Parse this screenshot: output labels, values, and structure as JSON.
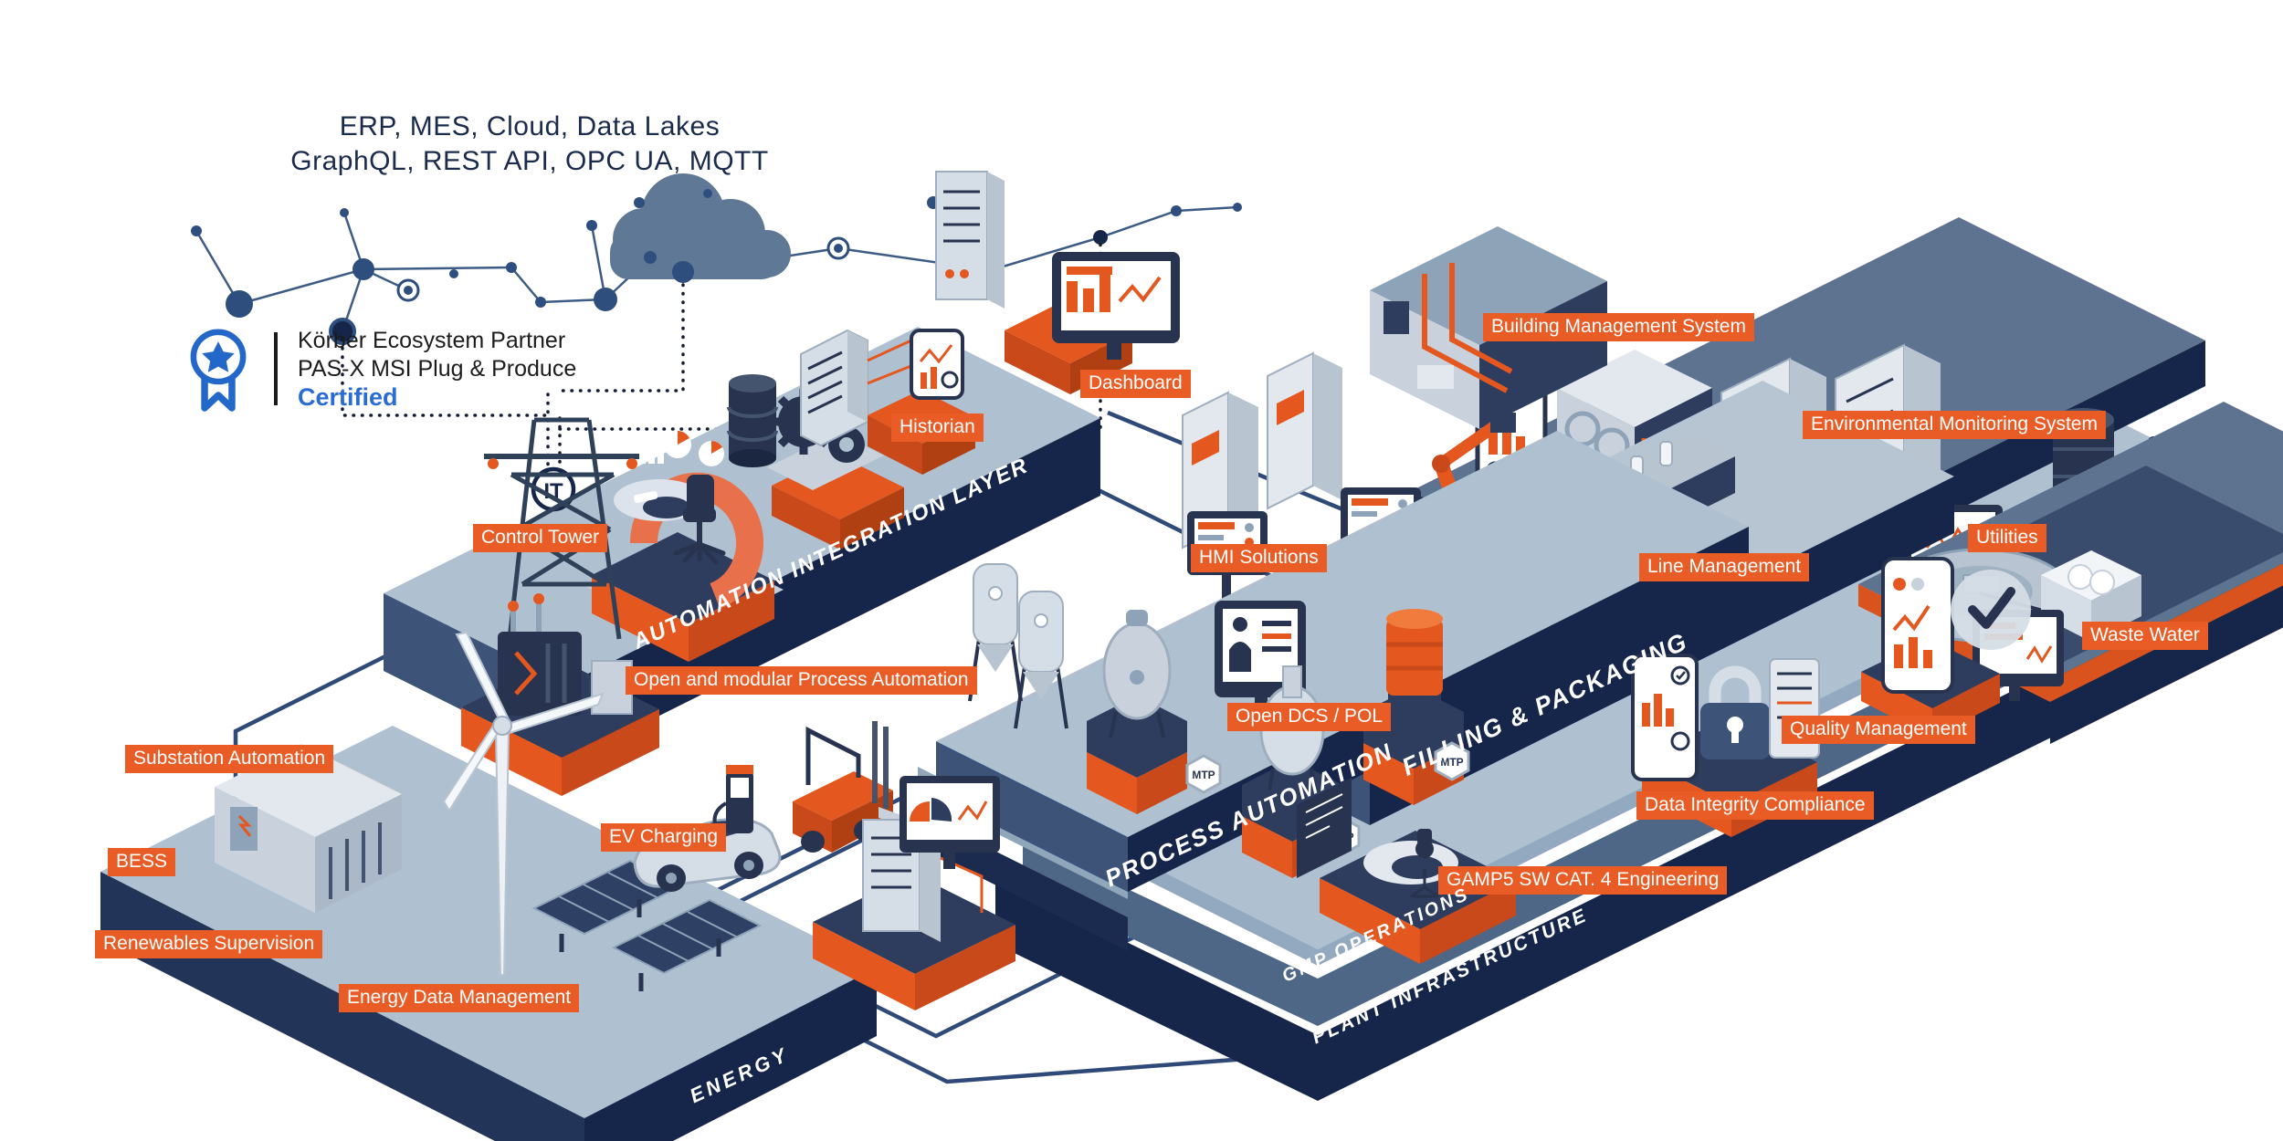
{
  "header": {
    "line1": "ERP, MES, Cloud, Data Lakes",
    "line2": "GraphQL, REST API, OPC UA, MQTT"
  },
  "certification": {
    "partner": "Körber Ecosystem Partner",
    "product": "PAS-X MSI Plug & Produce",
    "status": "Certified"
  },
  "it_label": "IT",
  "mtp_badge": "MTP",
  "layers": [
    {
      "id": "automation-integration-layer",
      "name": "AUTOMATION INTEGRATION LAYER"
    },
    {
      "id": "process-automation",
      "name": "PROCESS AUTOMATION"
    },
    {
      "id": "filling-packaging",
      "name": "FILLING & PACKAGING"
    },
    {
      "id": "gmp-operations",
      "name": "GMP OPERATIONS"
    },
    {
      "id": "plant-infrastructure",
      "name": "PLANT INFRASTRUCTURE"
    },
    {
      "id": "energy",
      "name": "ENERGY"
    }
  ],
  "tags": [
    {
      "id": "dashboard",
      "text": "Dashboard"
    },
    {
      "id": "historian",
      "text": "Historian"
    },
    {
      "id": "control-tower",
      "text": "Control Tower"
    },
    {
      "id": "building-management-system",
      "text": "Building Management System"
    },
    {
      "id": "environmental-monitoring-system",
      "text": "Environmental Monitoring System"
    },
    {
      "id": "utilities",
      "text": "Utilities"
    },
    {
      "id": "hmi-solutions",
      "text": "HMI Solutions"
    },
    {
      "id": "line-management",
      "text": "Line Management"
    },
    {
      "id": "waste-water",
      "text": "Waste Water"
    },
    {
      "id": "open-modular-process-automation",
      "text": "Open and modular Process Automation"
    },
    {
      "id": "open-dcs-pol",
      "text": "Open DCS / POL"
    },
    {
      "id": "quality-management",
      "text": "Quality Management"
    },
    {
      "id": "data-integrity-compliance",
      "text": "Data Integrity Compliance"
    },
    {
      "id": "gamp5-sw-cat4-engineering",
      "text": "GAMP5 SW CAT. 4 Engineering"
    },
    {
      "id": "substation-automation",
      "text": "Substation Automation"
    },
    {
      "id": "bess",
      "text": "BESS"
    },
    {
      "id": "ev-charging",
      "text": "EV Charging"
    },
    {
      "id": "renewables-supervision",
      "text": "Renewables Supervision"
    },
    {
      "id": "energy-data-management",
      "text": "Energy Data Management"
    }
  ],
  "colors": {
    "accent_orange": "#e95c26",
    "pedestal_orange": "#e4571f",
    "pedestal_orange_dark": "#c9491a",
    "navy": "#16254a",
    "slate": "#4f6787",
    "deck_light": "#afc1d1",
    "deck_medium": "#5d7390",
    "connector": "#2f4a78",
    "badge_blue": "#2368c8",
    "certified_blue": "#2b6bd4",
    "title_navy": "#1a2b4c"
  }
}
